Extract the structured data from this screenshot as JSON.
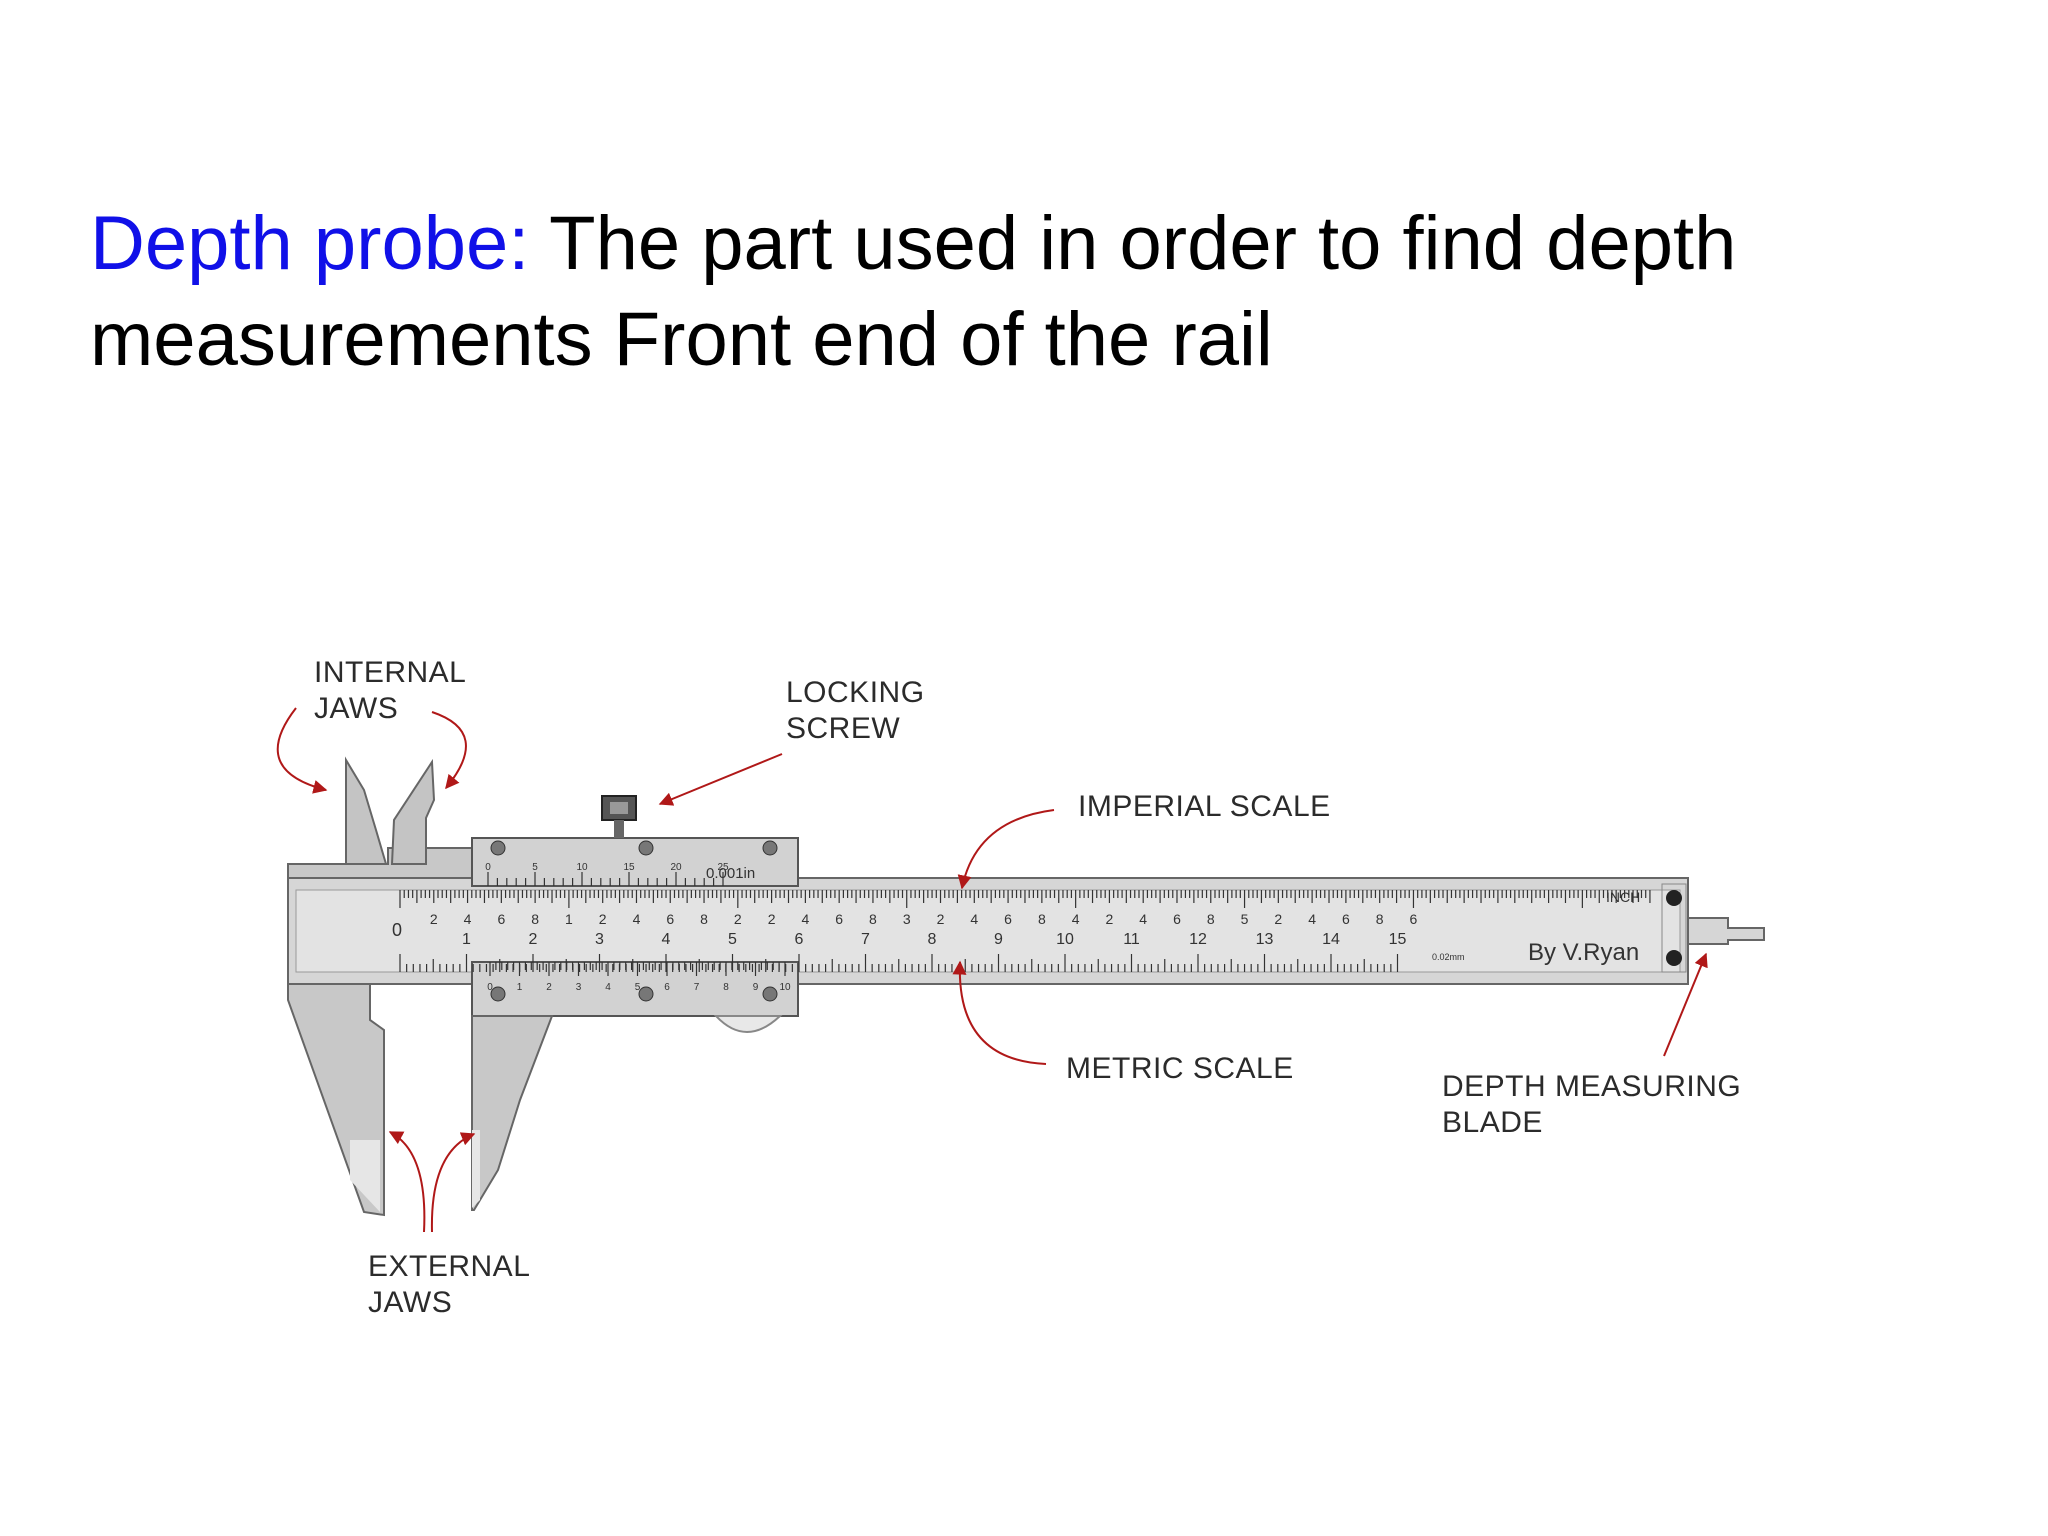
{
  "heading": {
    "term": "Depth probe:",
    "definition": " The part used in order to find depth measurements Front end of the rail"
  },
  "colors": {
    "term": "#1010e8",
    "arrow": "#b01818",
    "body_metal": "#c8c8c8",
    "rail": "#dcdcdc"
  },
  "labels": {
    "internal_jaws_1": "INTERNAL",
    "internal_jaws_2": "JAWS",
    "locking_screw_1": "LOCKING",
    "locking_screw_2": "SCREW",
    "imperial_scale": "IMPERIAL SCALE",
    "metric_scale": "METRIC SCALE",
    "depth_blade_1": "DEPTH MEASURING",
    "depth_blade_2": "BLADE",
    "external_jaws_1": "EXTERNAL",
    "external_jaws_2": "JAWS"
  },
  "scale": {
    "vernier_imperial": "0.001in",
    "inch": "INCH",
    "metric_resolution": "0.02mm",
    "credit": "By V.Ryan",
    "zero": "0",
    "inch_major": [
      "1",
      "2",
      "3",
      "4",
      "5",
      "6"
    ],
    "inch_minor": [
      "2",
      "4",
      "6",
      "8"
    ],
    "cm_major": [
      "1",
      "2",
      "3",
      "4",
      "5",
      "6",
      "7",
      "8",
      "9",
      "10",
      "11",
      "12",
      "13",
      "14",
      "15"
    ],
    "vernier_top": [
      "0",
      "5",
      "10",
      "15",
      "20",
      "25"
    ],
    "vernier_bottom": [
      "0",
      "1",
      "2",
      "3",
      "4",
      "5",
      "6",
      "7",
      "8",
      "9",
      "10"
    ]
  }
}
